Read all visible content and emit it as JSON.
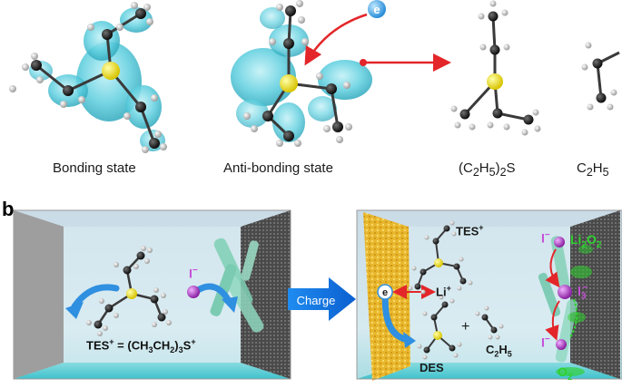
{
  "panel_b_letter": "b",
  "top_row": {
    "bonding_label": "Bonding state",
    "antibonding_label": "Anti-bonding state",
    "electron_symbol": "e",
    "des_formula": {
      "a": "(C",
      "sub1": "2",
      "b": "H",
      "sub2": "5",
      "c": ")",
      "sub3": "2",
      "d": "S"
    },
    "ethyl_formula": {
      "a": "C",
      "sub1": "2",
      "b": "H",
      "sub2": "5"
    }
  },
  "left_cell": {
    "iodide": {
      "base": "I",
      "sup": "−"
    },
    "tes_equation": {
      "a": "TES",
      "sup1": "+",
      "b": " = (CH",
      "sub1": "3",
      "c": "CH",
      "sub2": "2",
      "d": ")",
      "sub3": "3",
      "e": "S",
      "sup2": "+"
    }
  },
  "charge_label": "Charge",
  "right_cell": {
    "tes": {
      "base": "TES",
      "sup": "+"
    },
    "electron": "e",
    "lithium": {
      "base": "Li",
      "sup": "+"
    },
    "plus": "+",
    "des": "DES",
    "ethyl": {
      "a": "C",
      "sub1": "2",
      "b": "H",
      "sub2": "5"
    },
    "iodide_top": {
      "base": "I",
      "sup": "−"
    },
    "li2o2": {
      "a": "Li",
      "sub1": "2",
      "b": "O",
      "sub2": "2"
    },
    "triiodide": {
      "base": "I",
      "sub": "3",
      "sup": "−"
    },
    "iodide_bottom": {
      "base": "I",
      "sup": "−"
    },
    "oxygen": {
      "a": "O",
      "sub1": "2"
    }
  },
  "colors": {
    "orbital": "#4fc8d8",
    "sulfur": "#f0e21c",
    "carbon": "#1c1c1c",
    "hydrogen": "#d9d9d9",
    "red": "#e3262a",
    "blue_arrow": "#2f8fe0",
    "iodine": "#c64fd8",
    "green": "#2fd12f",
    "electrode": "#e9b92a"
  }
}
